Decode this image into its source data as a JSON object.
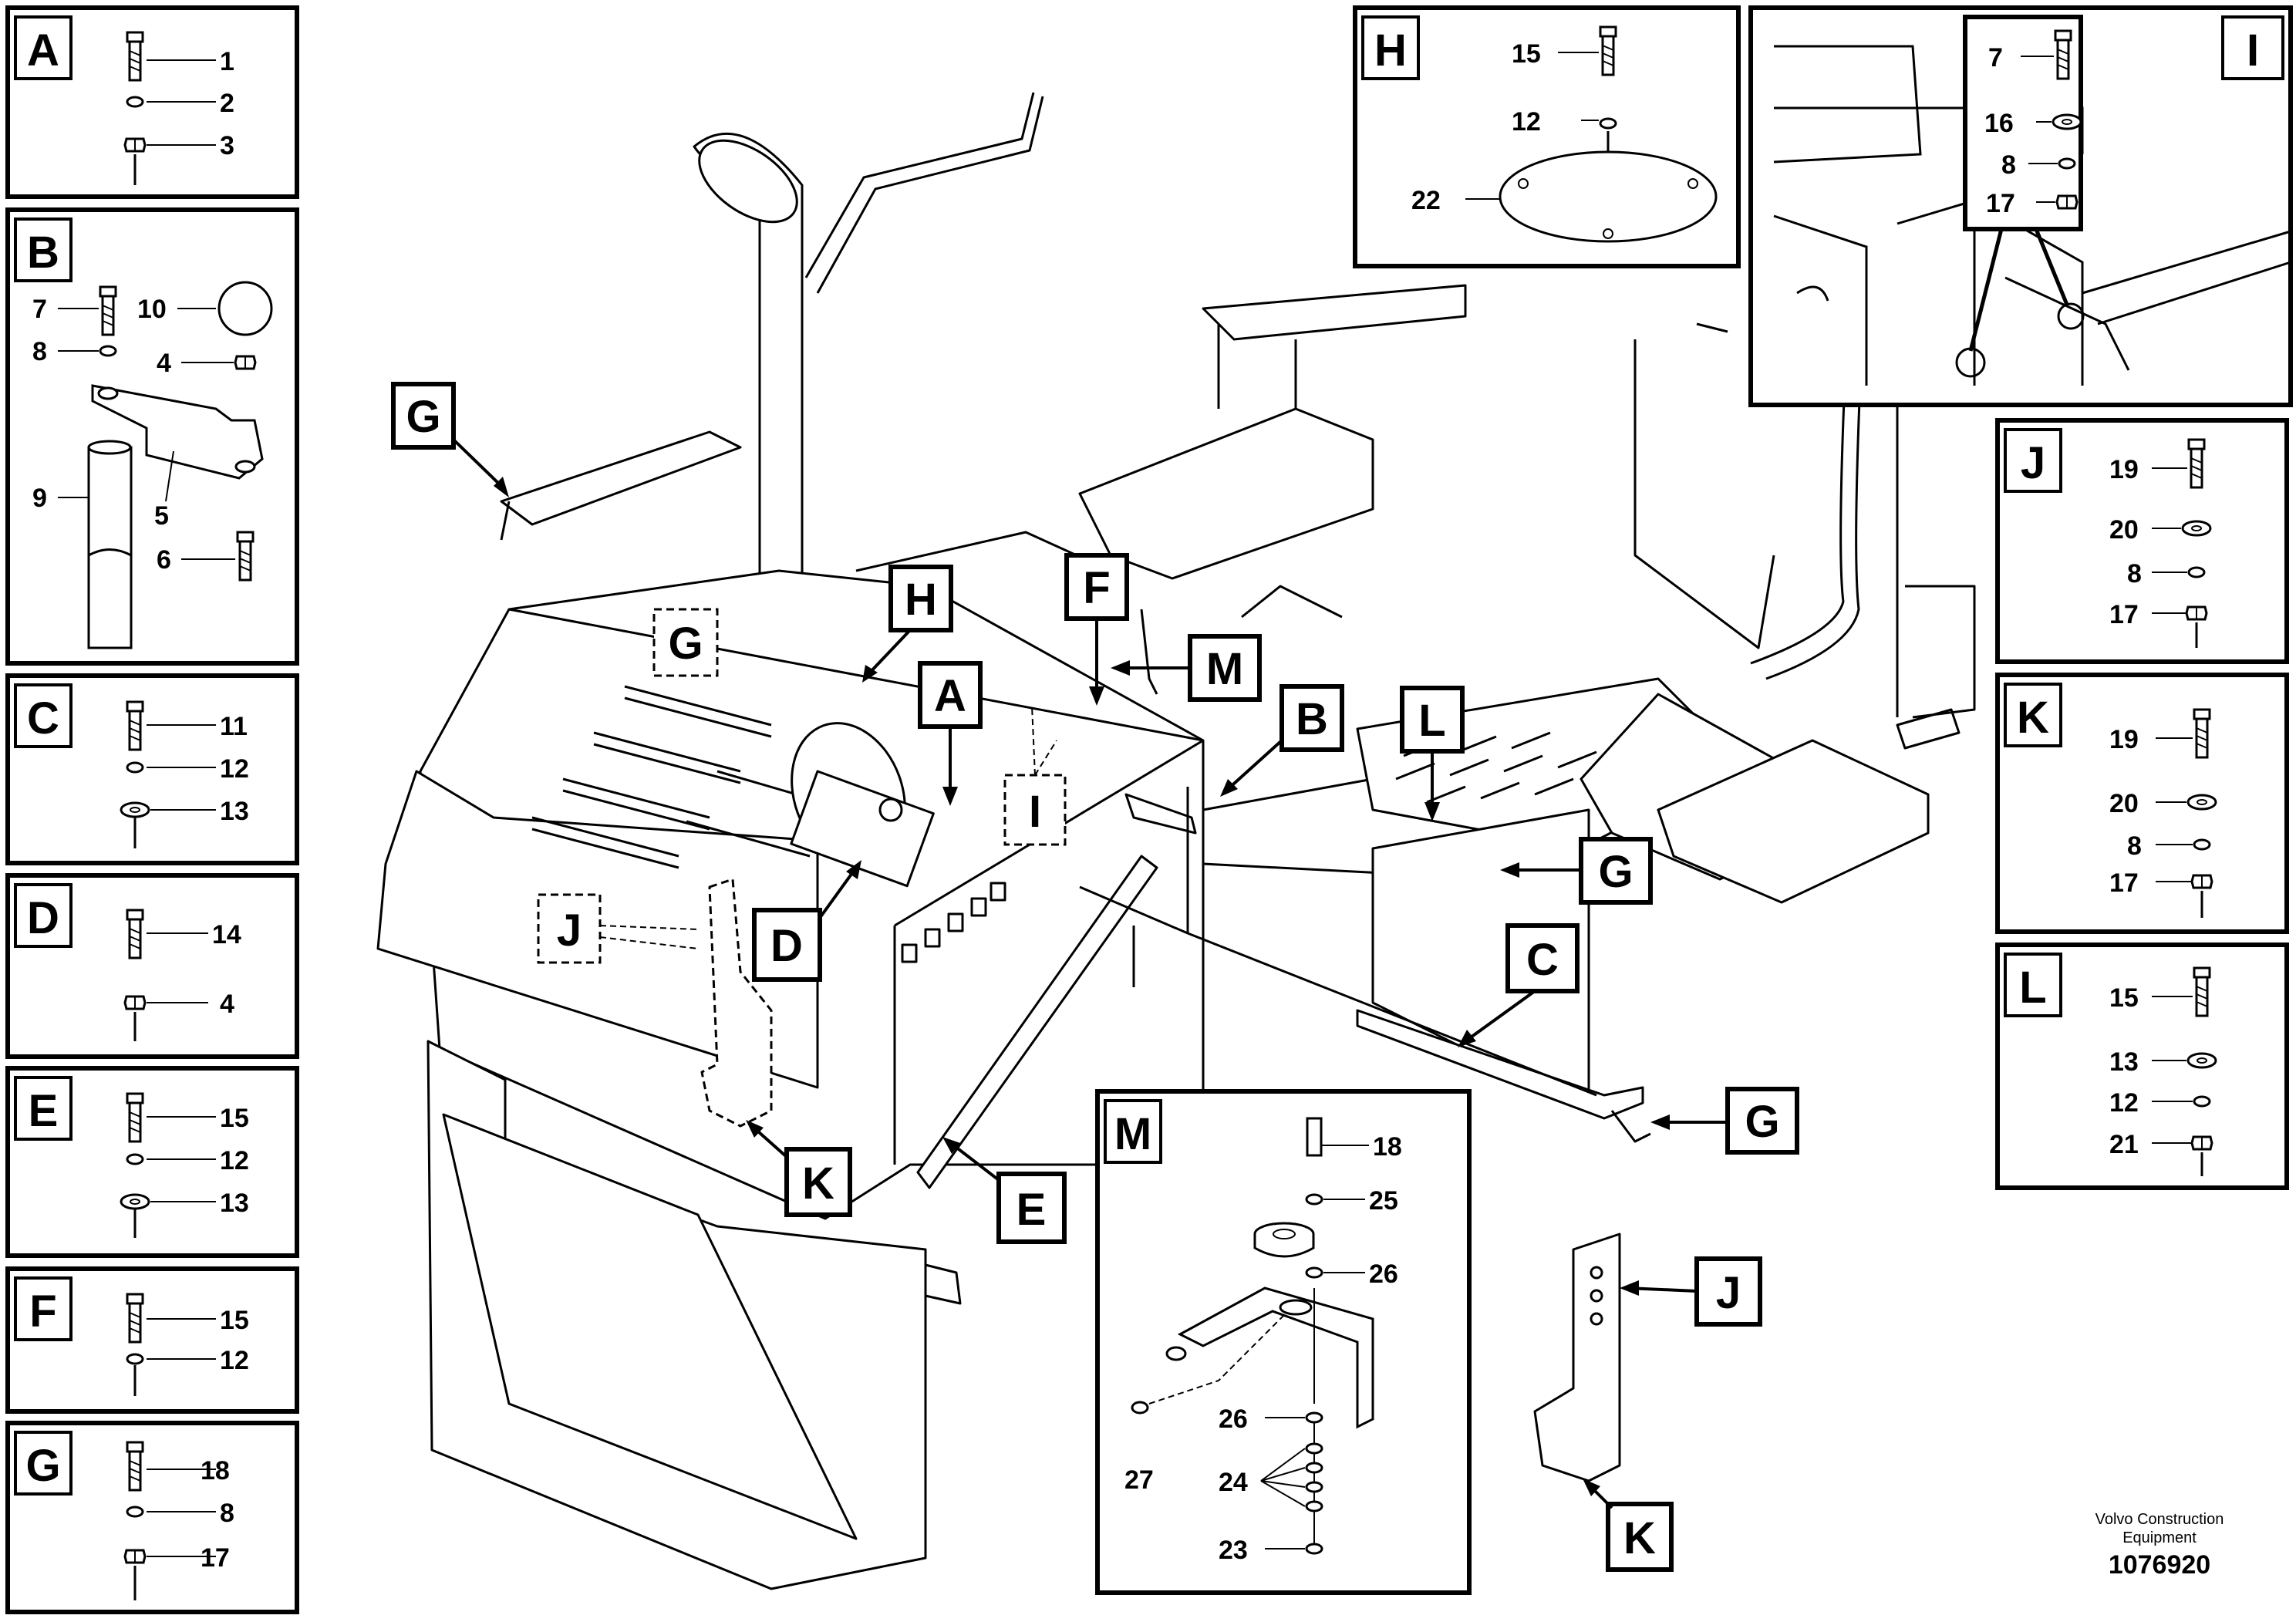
{
  "legend_boxes": [
    {
      "letter": "A",
      "parts": [
        "1",
        "2",
        "3"
      ]
    },
    {
      "letter": "B",
      "parts": [
        "7",
        "8",
        "10",
        "4",
        "9",
        "5",
        "6"
      ]
    },
    {
      "letter": "C",
      "parts": [
        "11",
        "12",
        "13"
      ]
    },
    {
      "letter": "D",
      "parts": [
        "14",
        "4"
      ]
    },
    {
      "letter": "E",
      "parts": [
        "15",
        "12",
        "13"
      ]
    },
    {
      "letter": "F",
      "parts": [
        "15",
        "12"
      ]
    },
    {
      "letter": "G",
      "parts": [
        "18",
        "8",
        "17"
      ]
    },
    {
      "letter": "H",
      "parts": [
        "15",
        "12",
        "22"
      ]
    },
    {
      "letter": "I",
      "parts": [
        "7",
        "16",
        "8",
        "17"
      ]
    },
    {
      "letter": "J",
      "parts": [
        "19",
        "20",
        "8",
        "17"
      ]
    },
    {
      "letter": "K",
      "parts": [
        "19",
        "20",
        "8",
        "17"
      ]
    },
    {
      "letter": "L",
      "parts": [
        "15",
        "13",
        "12",
        "21"
      ]
    },
    {
      "letter": "M",
      "parts": [
        "18",
        "25",
        "26",
        "26",
        "27",
        "24",
        "23"
      ]
    }
  ],
  "callouts": [
    "G",
    "H",
    "A",
    "F",
    "M",
    "B",
    "L",
    "G",
    "I",
    "J",
    "D",
    "G",
    "C",
    "K",
    "E",
    "G",
    "J",
    "K"
  ],
  "footer": {
    "company_line1": "Volvo Construction",
    "company_line2": "Equipment",
    "drawing_number": "1076920"
  }
}
